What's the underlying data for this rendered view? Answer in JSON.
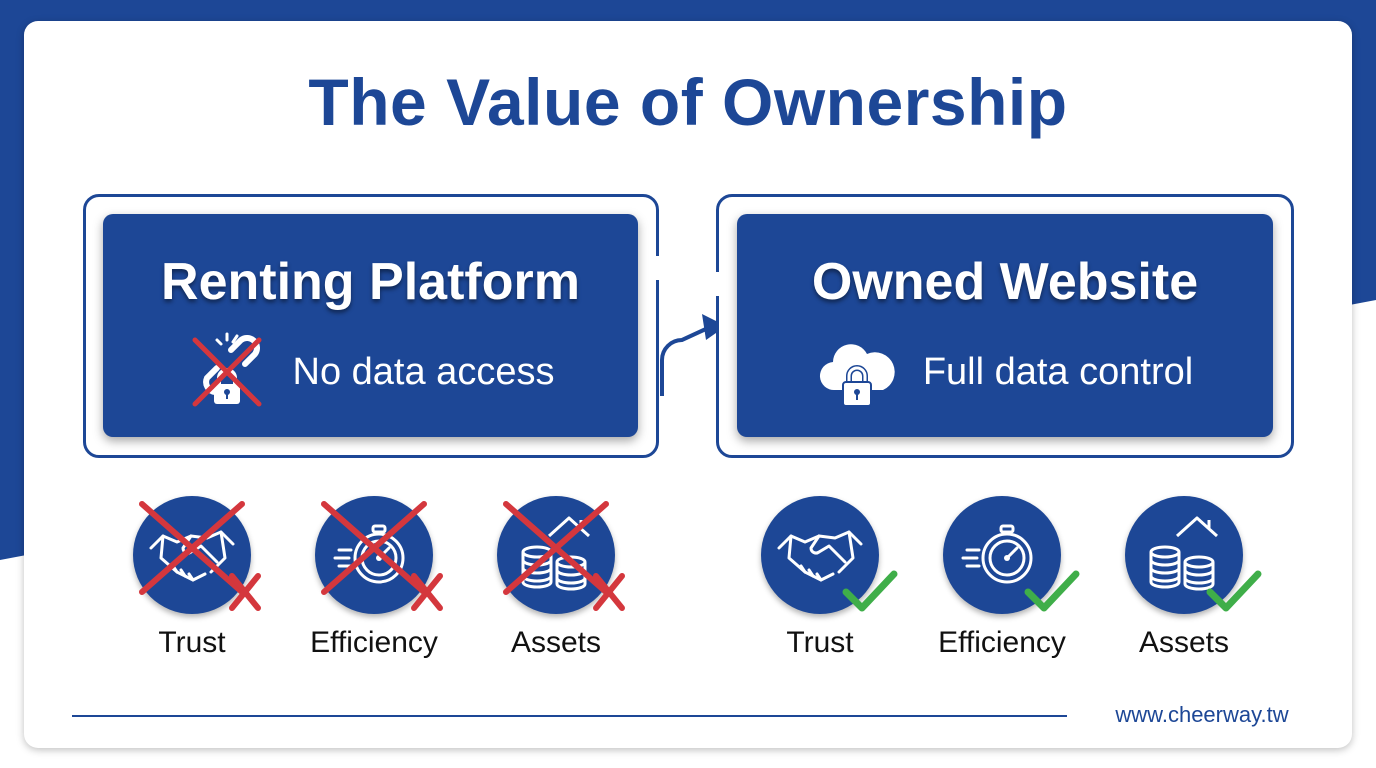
{
  "colors": {
    "brand_blue": "#1d4796",
    "cross_red": "#d4373d",
    "check_green": "#3fae49",
    "background_white": "#ffffff"
  },
  "title": "The Value of Ownership",
  "renting": {
    "heading": "Renting Platform",
    "subtitle": "No data access",
    "icon": "broken-link-lock-icon",
    "benefits": [
      {
        "label": "Trust",
        "icon": "handshake-icon",
        "status": "crossed"
      },
      {
        "label": "Efficiency",
        "icon": "stopwatch-icon",
        "status": "crossed"
      },
      {
        "label": "Assets",
        "icon": "coins-house-icon",
        "status": "crossed"
      }
    ]
  },
  "owned": {
    "heading": "Owned Website",
    "subtitle": "Full data control",
    "icon": "cloud-lock-icon",
    "benefits": [
      {
        "label": "Trust",
        "icon": "handshake-icon",
        "status": "checked"
      },
      {
        "label": "Efficiency",
        "icon": "stopwatch-icon",
        "status": "checked"
      },
      {
        "label": "Assets",
        "icon": "coins-house-icon",
        "status": "checked"
      }
    ]
  },
  "footer": {
    "url": "www.cheerway.tw"
  }
}
